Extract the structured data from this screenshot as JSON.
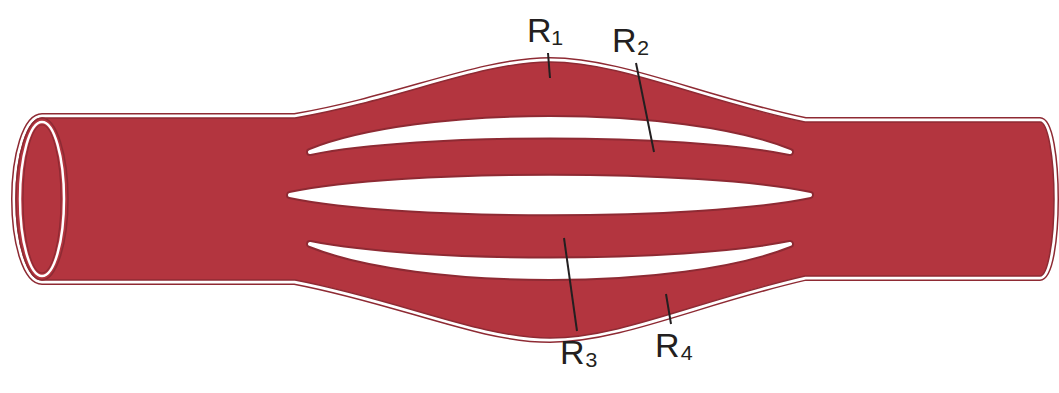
{
  "diagram": {
    "labels": [
      "R₁",
      "R₂",
      "R₃",
      "R₄"
    ]
  }
}
